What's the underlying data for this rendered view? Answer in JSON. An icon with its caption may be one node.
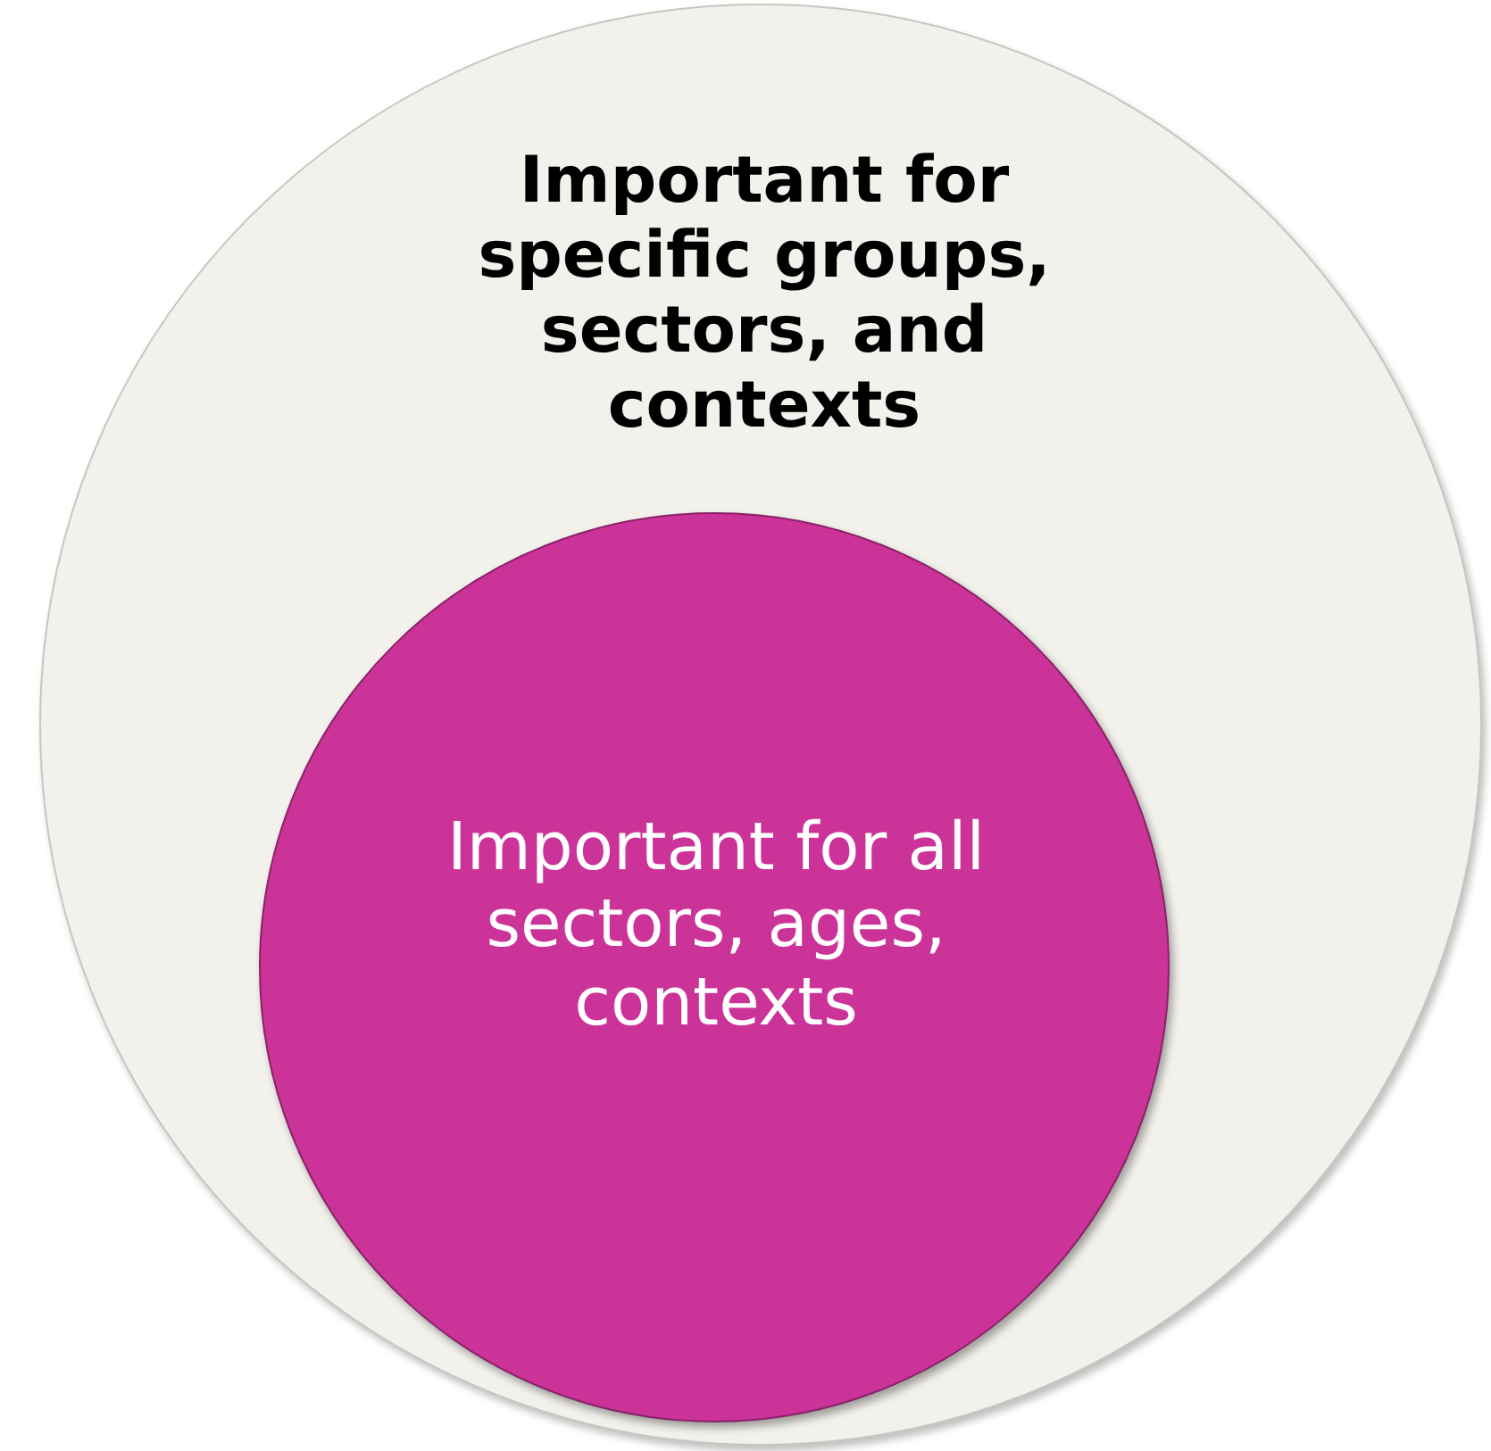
{
  "diagram": {
    "nodes": [
      {
        "text": [
          "Important for specific groups, sectors, and contexts"
        ]
      },
      {
        "text": [
          "Important for all sectors, ages, contexts"
        ],
        "in": 0
      }
    ]
  }
}
